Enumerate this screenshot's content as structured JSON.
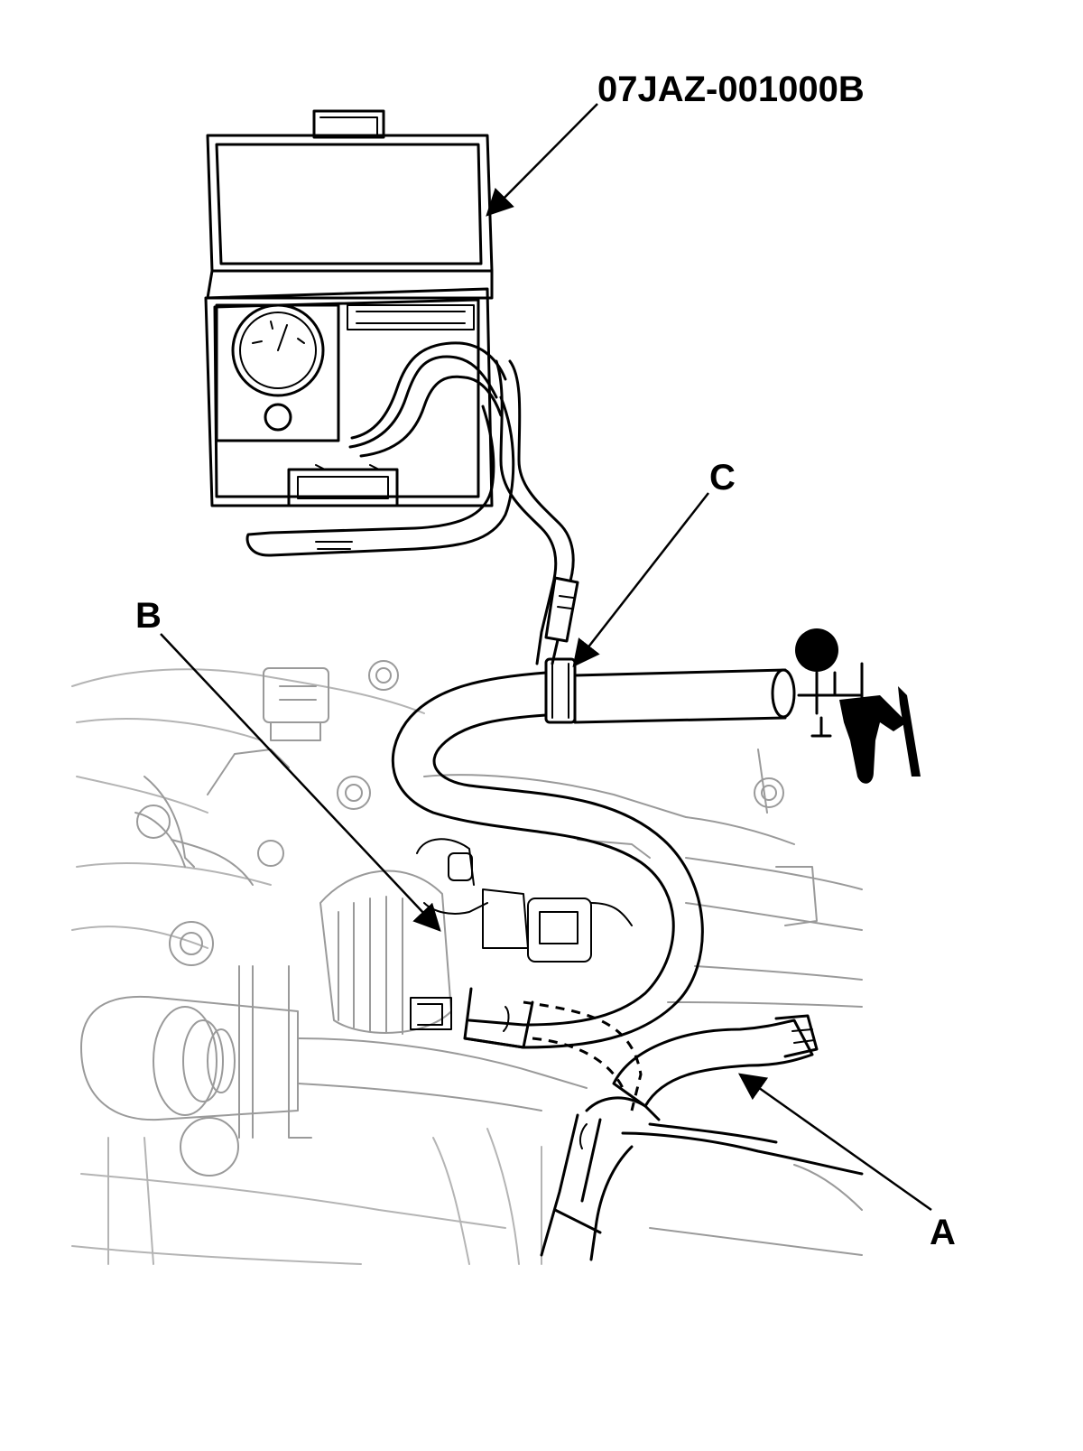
{
  "diagram": {
    "tool_callout": "07JAZ-001000B",
    "labels": {
      "a": "A",
      "b": "B",
      "c": "C"
    }
  },
  "colors": {
    "line": "#000000",
    "ghost_line": "#9a9a9a",
    "background": "#ffffff"
  },
  "icons": [
    "tester-case-icon",
    "pressure-gauge-icon",
    "vacuum-pump-icon",
    "t-fitting-icon"
  ]
}
